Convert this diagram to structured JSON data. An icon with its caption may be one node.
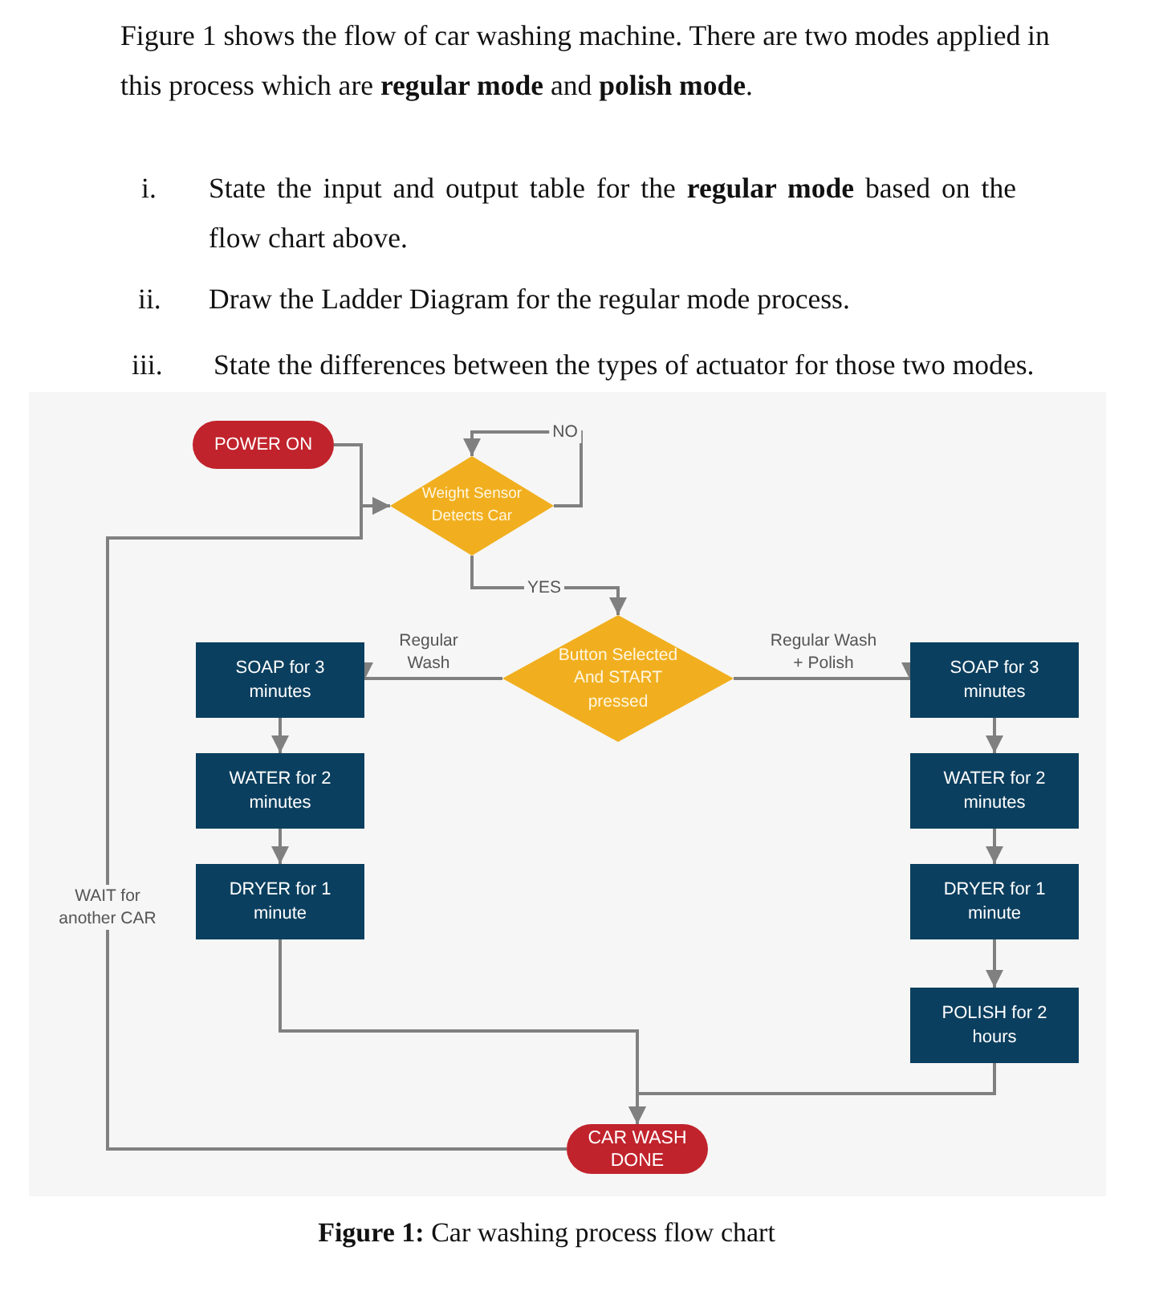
{
  "diagram": {
    "caption": "**Figure 1:** Car washing process flow chart",
    "nodes": [
      {
        "text": [
          "POWER ON"
        ]
      },
      {
        "text": [
          "Weight Sensor Detects Car"
        ]
      },
      {
        "text": [
          "Button Selected And START pressed"
        ]
      },
      {
        "text": [
          "SOAP for 3 minutes"
        ]
      },
      {
        "text": [
          "SOAP for 3 minutes"
        ]
      },
      {
        "text": [
          "WATER for 2 minutes"
        ]
      },
      {
        "text": [
          "WATER for 2 minutes"
        ]
      },
      {
        "text": [
          "DRYER for 1 minute"
        ]
      },
      {
        "text": [
          "DRYER for 1 minute"
        ]
      },
      {
        "text": [
          "POLISH for 2 hours"
        ]
      },
      {
        "text": [
          "CAR WASH DONE"
        ]
      }
    ],
    "edges": [
      {
        "from": 0,
        "to": 1,
        "arrow": "to"
      },
      {
        "from": 1,
        "to": 1,
        "arrow": "to",
        "label": "NO"
      },
      {
        "from": 1,
        "to": 2,
        "arrow": "to",
        "label": "YES"
      },
      {
        "from": 2,
        "to": 3,
        "arrow": "to",
        "label": "Regular Wash"
      },
      {
        "from": 2,
        "to": 4,
        "arrow": "to",
        "label": "Regular Wash + Polish"
      },
      {
        "from": 3,
        "to": 5,
        "arrow": "to"
      },
      {
        "from": 5,
        "to": 7,
        "arrow": "to"
      },
      {
        "from": 4,
        "to": 6,
        "arrow": "to"
      },
      {
        "from": 6,
        "to": 8,
        "arrow": "to"
      },
      {
        "from": 8,
        "to": 9,
        "arrow": "to"
      },
      {
        "from": 7,
        "to": 10,
        "arrow": "to"
      },
      {
        "from": 9,
        "to": 10,
        "arrow": "to"
      },
      {
        "from": 10,
        "to": 1,
        "arrow": "to",
        "label": "WAIT for another CAR"
      }
    ],
    "labels": [
      "Figure 1 shows the flow of car washing machine. There are two modes applied in this process which are **regular mode** and **polish mode**.",
      "i.",
      "State the input and output table for the **regular mode** based on the flow chart above.",
      "ii.",
      "Draw the Ladder Diagram for the regular mode process.",
      "iii.",
      "State the differences between the types of actuator for those two modes."
    ]
  }
}
